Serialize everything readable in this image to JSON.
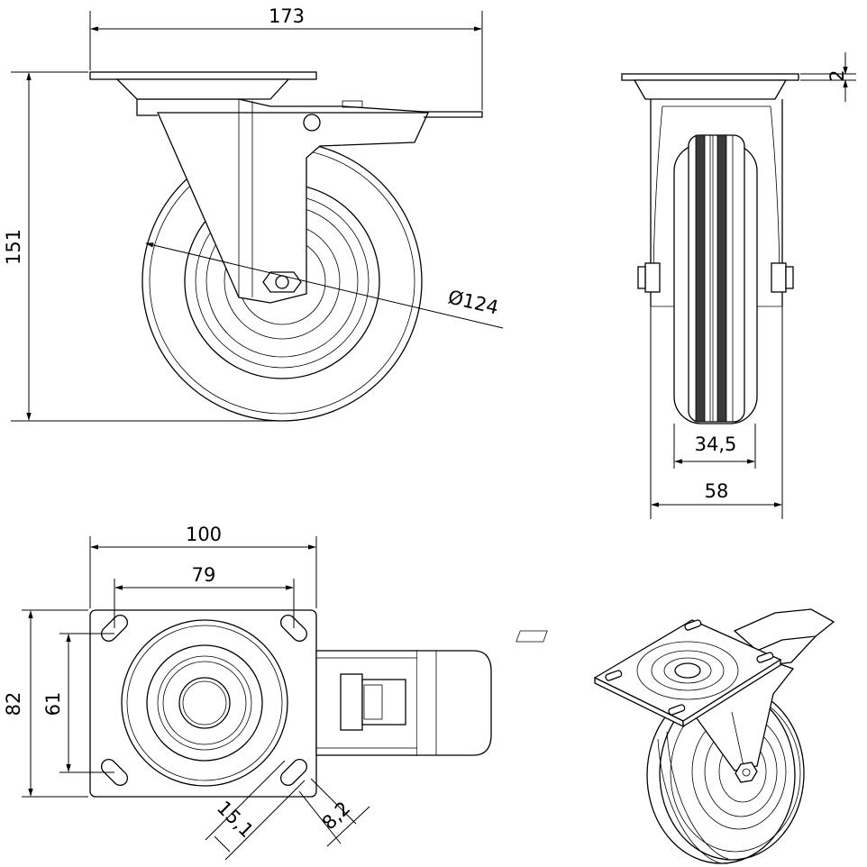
{
  "drawing": {
    "front_view": {
      "overall_width": "173",
      "overall_height": "151",
      "wheel_diameter": "Ø124"
    },
    "side_view": {
      "plate_thickness": "2",
      "wheel_width": "34,5",
      "overall_width": "58"
    },
    "top_view": {
      "plate_width": "100",
      "hole_spacing_x": "79",
      "plate_height": "82",
      "hole_spacing_y": "61",
      "slot_length": "15,1",
      "slot_width": "8,2"
    }
  }
}
